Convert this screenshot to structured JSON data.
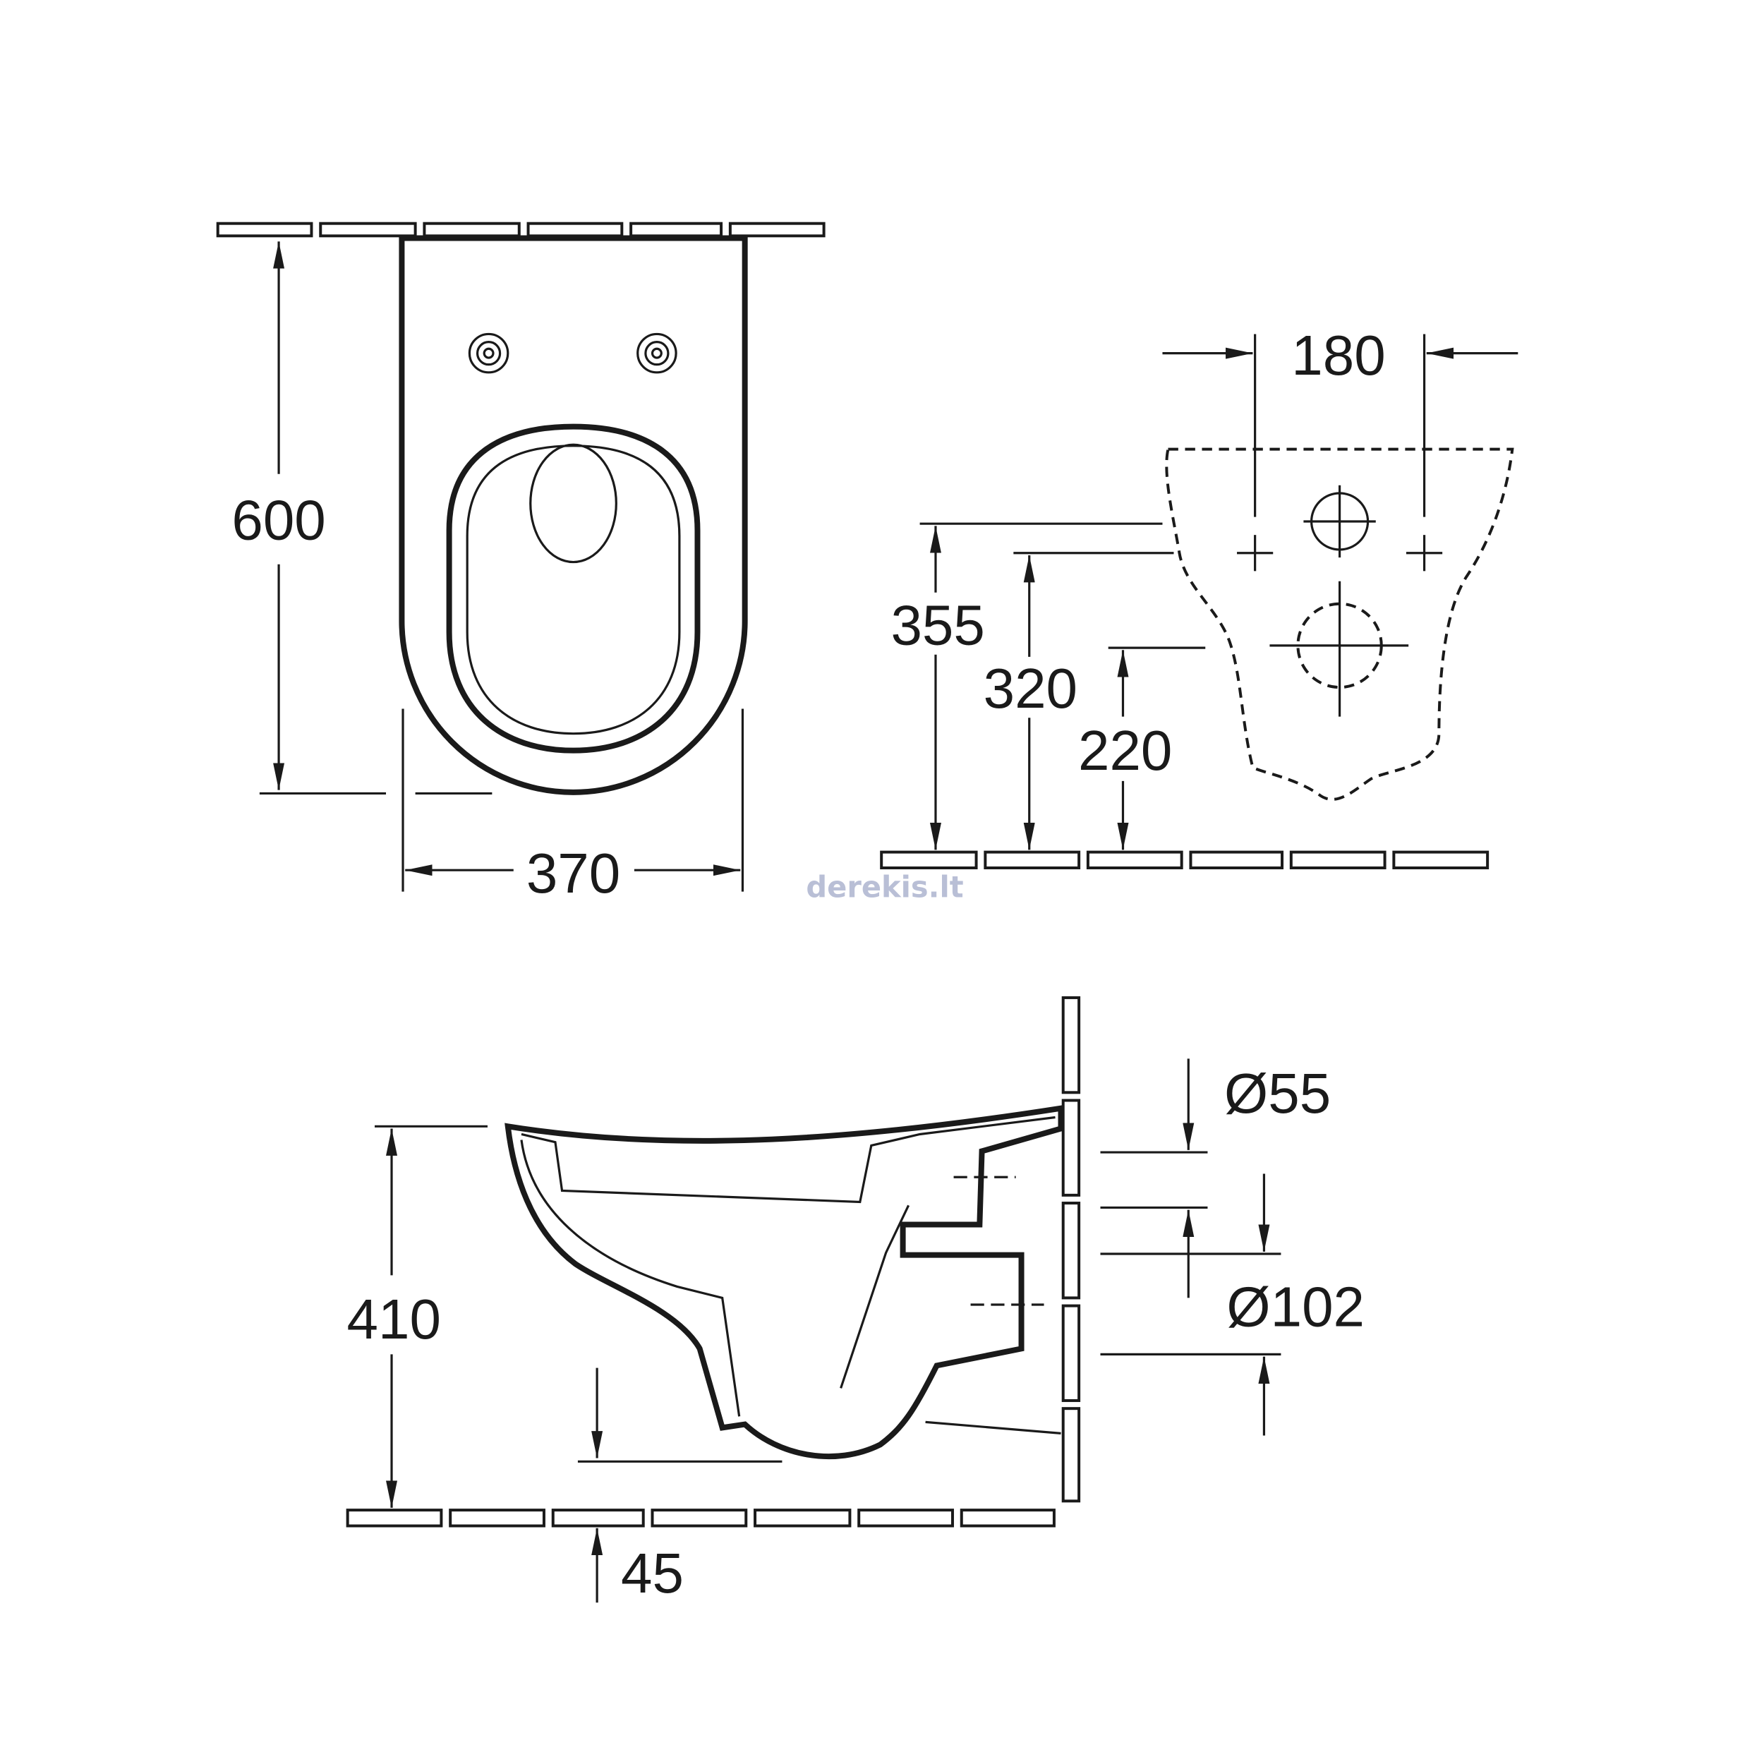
{
  "front_view": {
    "length_label": "600",
    "width_label": "370"
  },
  "wall_view": {
    "bolt_spacing_label": "180",
    "height_355_label": "355",
    "height_320_label": "320",
    "height_220_label": "220"
  },
  "side_view": {
    "inlet_label": "Ø55",
    "outlet_label": "Ø102",
    "height_label": "410",
    "outlet_floor_label": "45"
  },
  "watermark": "derekis.lt"
}
